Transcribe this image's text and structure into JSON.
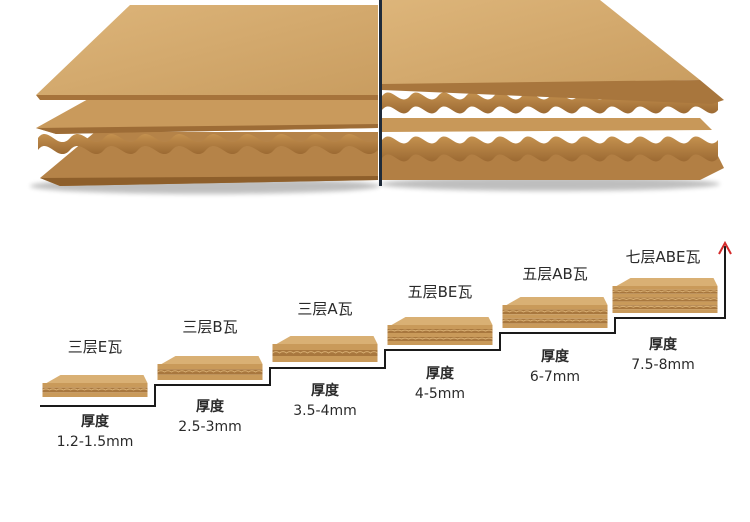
{
  "colors": {
    "board_light": "#d9b074",
    "board_mid": "#c99a5a",
    "board_dark": "#a8773e",
    "divider": "#1f2b3a",
    "stair_line": "#1a1a1a",
    "arrow": "#d42a2a"
  },
  "steps": [
    {
      "name": "三层E瓦",
      "thickness_label": "厚度",
      "thickness": "1.2-1.5mm",
      "layers": 3
    },
    {
      "name": "三层B瓦",
      "thickness_label": "厚度",
      "thickness": "2.5-3mm",
      "layers": 3
    },
    {
      "name": "三层A瓦",
      "thickness_label": "厚度",
      "thickness": "3.5-4mm",
      "layers": 3
    },
    {
      "name": "五层BE瓦",
      "thickness_label": "厚度",
      "thickness": "4-5mm",
      "layers": 5
    },
    {
      "name": "五层AB瓦",
      "thickness_label": "厚度",
      "thickness": "6-7mm",
      "layers": 5
    },
    {
      "name": "七层ABE瓦",
      "thickness_label": "厚度",
      "thickness": "7.5-8mm",
      "layers": 7
    }
  ]
}
